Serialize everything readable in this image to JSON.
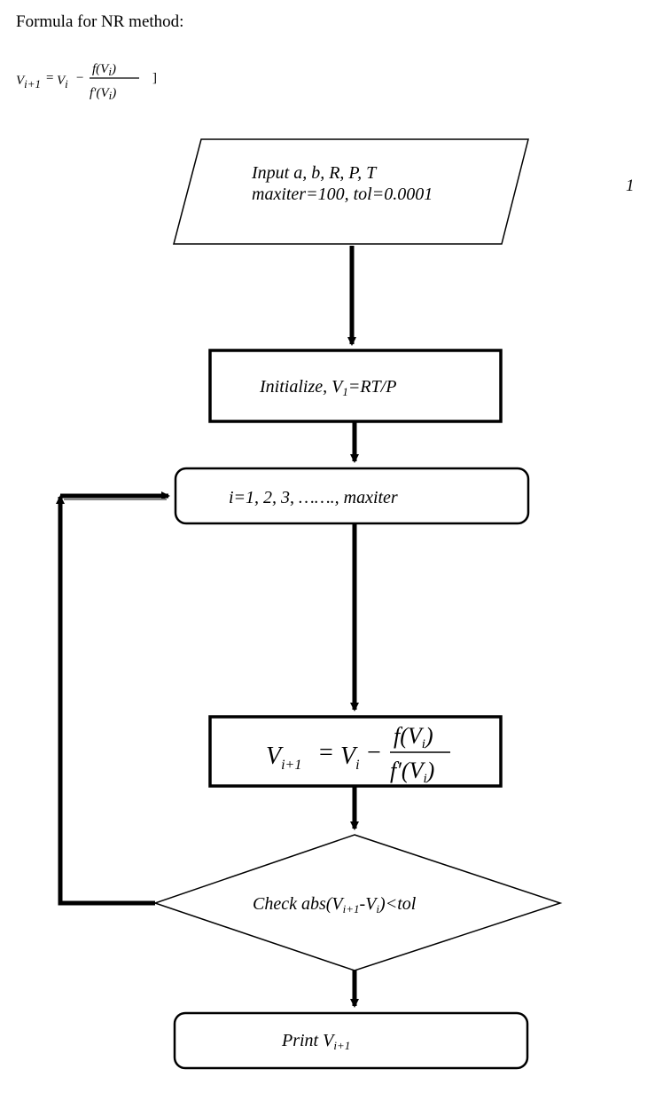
{
  "heading": "Formula for NR method:",
  "formula": {
    "lhs": "V",
    "lhs_sub": "i+1",
    "eq": "=",
    "v": "V",
    "v_sub": "i",
    "minus": "−",
    "numerator": "f(V",
    "numerator_sub": "i",
    "numerator_close": ")",
    "denominator": "f′(V",
    "denominator_sub": "i",
    "denominator_close": ")",
    "bracket": "]"
  },
  "input": {
    "line1": "Input  a, b, R, P, T",
    "line2": "maxiter=100, tol=0.0001"
  },
  "stray_char": "1",
  "init": {
    "prefix": "Initialize, V",
    "sub": "1",
    "suffix": "=RT/P"
  },
  "loop_label": "i=1, 2, 3, ……., maxiter",
  "check": {
    "prefix": "Check abs(V",
    "sub1": "i+1",
    "middle": "-V",
    "sub2": "i",
    "suffix": ")<tol"
  },
  "print": {
    "prefix": "Print V",
    "sub": "i+1"
  }
}
